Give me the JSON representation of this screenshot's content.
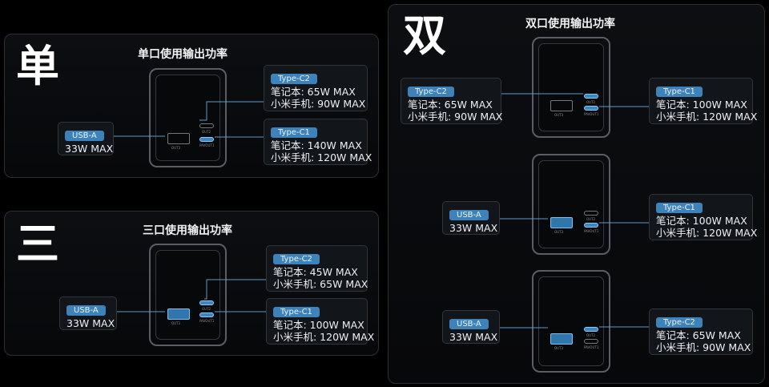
{
  "single": {
    "big_char": "单",
    "title": "单口使用输出功率",
    "usb_a": {
      "port": "USB-A",
      "power": "33W MAX"
    },
    "typec2": {
      "port": "Type-C2",
      "laptop": "笔记本: 65W MAX",
      "phone": "小米手机: 90W MAX"
    },
    "typec1": {
      "port": "Type-C1",
      "laptop": "笔记本: 140W MAX",
      "phone": "小米手机: 120W MAX"
    }
  },
  "triple": {
    "big_char": "三",
    "title": "三口使用输出功率",
    "usb_a": {
      "port": "USB-A",
      "power": "33W MAX"
    },
    "typec2": {
      "port": "Type-C2",
      "laptop": "笔记本: 45W MAX",
      "phone": "小米手机: 65W MAX"
    },
    "typec1": {
      "port": "Type-C1",
      "laptop": "笔记本: 100W MAX",
      "phone": "小米手机: 120W MAX"
    }
  },
  "double": {
    "big_char": "双",
    "title": "双口使用输出功率",
    "combo1": {
      "typec2": {
        "port": "Type-C2",
        "laptop": "笔记本: 65W MAX",
        "phone": "小米手机: 90W MAX"
      },
      "typec1": {
        "port": "Type-C1",
        "laptop": "笔记本: 100W MAX",
        "phone": "小米手机: 120W MAX"
      }
    },
    "combo2": {
      "usb_a": {
        "port": "USB-A",
        "power": "33W MAX"
      },
      "typec1": {
        "port": "Type-C1",
        "laptop": "笔记本: 100W MAX",
        "phone": "小米手机: 120W MAX"
      }
    },
    "combo3": {
      "usb_a": {
        "port": "USB-A",
        "power": "33W MAX"
      },
      "typec2": {
        "port": "Type-C2",
        "laptop": "笔记本: 65W MAX",
        "phone": "小米手机: 90W MAX"
      }
    }
  },
  "port_labels": {
    "out3": "OUT3",
    "out2": "OUT2",
    "out1": "PAVOUT1"
  },
  "colors": {
    "accent": "#3d82b9",
    "background": "#000000"
  }
}
